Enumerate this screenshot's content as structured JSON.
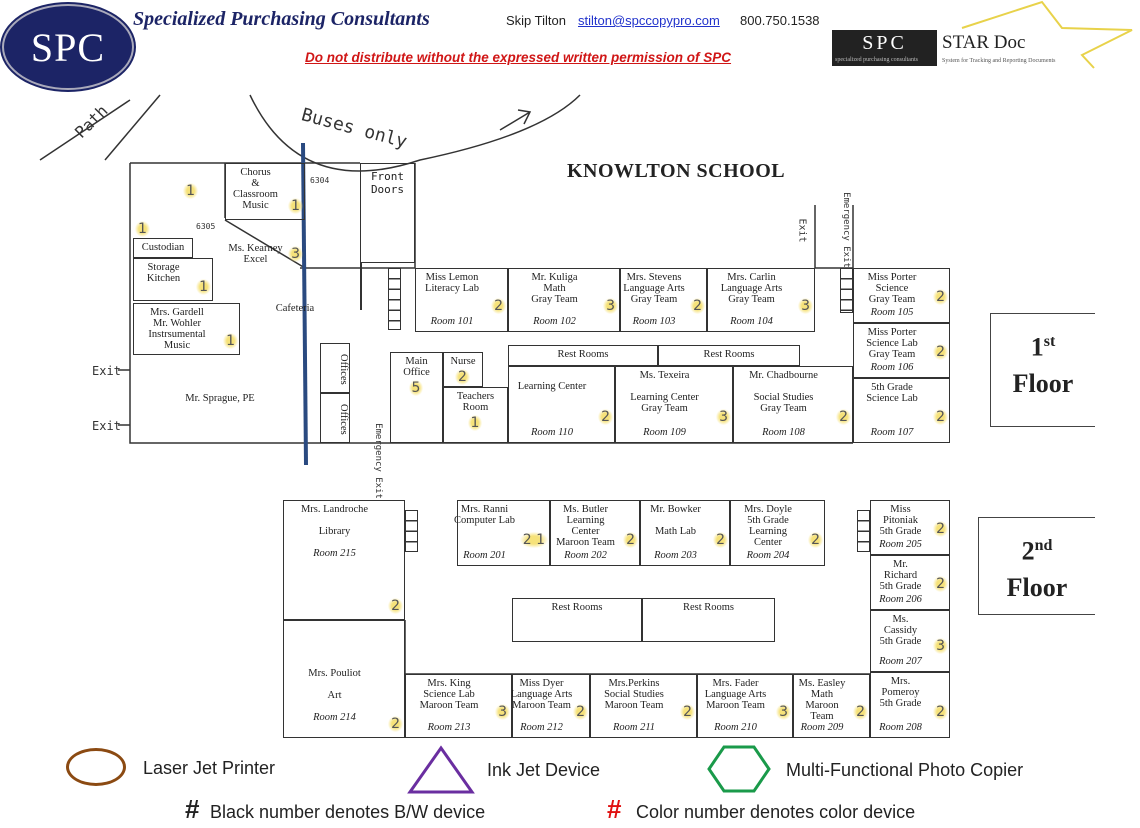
{
  "header": {
    "logo_text": "SPC",
    "company": "Specialized Purchasing Consultants",
    "contact_name": "Skip Tilton",
    "contact_email": "stilton@spccopypro.com",
    "contact_phone": "800.750.1538",
    "warning": "Do not distribute without the expressed written permission of SPC",
    "star_logo": {
      "left": "SPC",
      "right": "STAR Doc",
      "tagline": "System for Tracking and Reporting Documents",
      "sub": "specialized purchasing consultants"
    }
  },
  "map": {
    "title": "KNOWLTON SCHOOL",
    "floor1_label": {
      "num": "1",
      "sup": "st",
      "word": "Floor"
    },
    "floor2_label": {
      "num": "2",
      "sup": "nd",
      "word": "Floor"
    },
    "handwritten": {
      "path": "Path",
      "buses": "Buses only",
      "front_doors": "Front Doors",
      "exit": "Exit",
      "emergency_exit": "Emergency Exit",
      "note_6304": "6304",
      "note_6305": "6305"
    },
    "rooms": [
      {
        "id": "chorus",
        "lines": [
          "Chorus",
          "&",
          "Classroom",
          "Music"
        ],
        "room": "",
        "count": "1"
      },
      {
        "id": "kearney",
        "lines": [
          "Ms. Kearney",
          "Excel"
        ],
        "room": "",
        "count": "3"
      },
      {
        "id": "northwest",
        "lines": [],
        "room": "",
        "count": "1"
      },
      {
        "id": "custodian",
        "lines": [
          "Custodian"
        ],
        "room": "",
        "count": "1"
      },
      {
        "id": "storage",
        "lines": [
          "Storage",
          "Kitchen"
        ],
        "room": "",
        "count": "1"
      },
      {
        "id": "gardell",
        "lines": [
          "Mrs. Gardell",
          "Mr. Wohler",
          "Instrsumental",
          "Music"
        ],
        "room": "",
        "count": "1"
      },
      {
        "id": "cafeteria",
        "lines": [
          "Cafeteria"
        ],
        "room": "",
        "count": ""
      },
      {
        "id": "sprague",
        "lines": [
          "Mr. Sprague, PE"
        ],
        "room": "",
        "count": ""
      },
      {
        "id": "offices1",
        "lines": [
          "Offices"
        ],
        "room": "",
        "count": ""
      },
      {
        "id": "offices2",
        "lines": [
          "Offices"
        ],
        "room": "",
        "count": ""
      },
      {
        "id": "mainoffice",
        "lines": [
          "Main",
          "Office"
        ],
        "room": "",
        "count": "5"
      },
      {
        "id": "nurse",
        "lines": [
          "Nurse"
        ],
        "room": "",
        "count": "2"
      },
      {
        "id": "teachers",
        "lines": [
          "Teachers",
          "Room"
        ],
        "room": "",
        "count": "1"
      },
      {
        "id": "r101",
        "lines": [
          "Miss Lemon",
          "Literacy Lab"
        ],
        "room": "Room 101",
        "count": "2"
      },
      {
        "id": "r102",
        "lines": [
          "Mr. Kuliga",
          "Math",
          "Gray Team"
        ],
        "room": "Room 102",
        "count": "3"
      },
      {
        "id": "r103",
        "lines": [
          "Mrs. Stevens",
          "Language Arts",
          "Gray Team"
        ],
        "room": "Room 103",
        "count": "2"
      },
      {
        "id": "r104",
        "lines": [
          "Mrs. Carlin",
          "Language Arts",
          "Gray Team"
        ],
        "room": "Room 104",
        "count": "3"
      },
      {
        "id": "r105",
        "lines": [
          "Miss Porter",
          "Science",
          "Gray Team"
        ],
        "room": "Room 105",
        "count": "2"
      },
      {
        "id": "r106",
        "lines": [
          "Miss Porter",
          "Science Lab",
          "Gray Team"
        ],
        "room": "Room 106",
        "count": "2"
      },
      {
        "id": "r107",
        "lines": [
          "5th Grade",
          "Science Lab"
        ],
        "room": "Room 107",
        "count": "2"
      },
      {
        "id": "r108",
        "lines": [
          "Mr. Chadbourne",
          "",
          "Social Studies",
          "Gray Team"
        ],
        "room": "Room 108",
        "count": "2"
      },
      {
        "id": "r109",
        "lines": [
          "Ms. Texeira",
          "",
          "Learning Center",
          "Gray Team"
        ],
        "room": "Room 109",
        "count": "3"
      },
      {
        "id": "r110",
        "lines": [
          "",
          "Learning Center"
        ],
        "room": "Room 110",
        "count": "2"
      },
      {
        "id": "rest1a",
        "lines": [
          "Rest Rooms"
        ],
        "room": "",
        "count": ""
      },
      {
        "id": "rest1b",
        "lines": [
          "Rest Rooms"
        ],
        "room": "",
        "count": ""
      },
      {
        "id": "r215",
        "lines": [
          "Mrs. Landroche",
          "",
          "Library",
          "",
          "Room 215"
        ],
        "room": "",
        "count": "2"
      },
      {
        "id": "r214",
        "lines": [
          "",
          "",
          "",
          "",
          "Mrs. Pouliot",
          "",
          "Art",
          "",
          "Room 214"
        ],
        "room": "",
        "count": "2"
      },
      {
        "id": "r201",
        "lines": [
          "Mrs. Ranni",
          "Computer Lab"
        ],
        "room": "Room 201",
        "count": "2 1"
      },
      {
        "id": "r202",
        "lines": [
          "Ms. Butler",
          "Learning",
          "Center",
          "Maroon Team"
        ],
        "room": "Room 202",
        "count": "2"
      },
      {
        "id": "r203",
        "lines": [
          "Mr. Bowker",
          "",
          "Math Lab"
        ],
        "room": "Room 203",
        "count": "2"
      },
      {
        "id": "r204",
        "lines": [
          "Mrs. Doyle",
          "5th Grade",
          "Learning",
          "Center"
        ],
        "room": "Room 204",
        "count": "2"
      },
      {
        "id": "r205",
        "lines": [
          "Miss",
          "Pitoniak",
          "5th Grade"
        ],
        "room": "Room 205",
        "count": "2"
      },
      {
        "id": "r206",
        "lines": [
          "Mr.",
          "Richard",
          "5th Grade"
        ],
        "room": "Room 206",
        "count": "2"
      },
      {
        "id": "r207",
        "lines": [
          "Ms.",
          "Cassidy",
          "5th Grade"
        ],
        "room": "Room 207",
        "count": "3"
      },
      {
        "id": "r208",
        "lines": [
          "Mrs.",
          "Pomeroy",
          "5th Grade"
        ],
        "room": "Room 208",
        "count": "2"
      },
      {
        "id": "r209",
        "lines": [
          "Ms. Easley",
          "Math",
          "Maroon",
          "Team"
        ],
        "room": "Room 209",
        "count": "2"
      },
      {
        "id": "r210",
        "lines": [
          "Mrs. Fader",
          "Language Arts",
          "Maroon Team"
        ],
        "room": "Room 210",
        "count": "3"
      },
      {
        "id": "r211",
        "lines": [
          "Mrs.Perkins",
          "Social Studies",
          "Maroon Team"
        ],
        "room": "Room 211",
        "count": "2"
      },
      {
        "id": "r212",
        "lines": [
          "Miss Dyer",
          "Language Arts",
          "Maroon Team"
        ],
        "room": "Room 212",
        "count": "2"
      },
      {
        "id": "r213",
        "lines": [
          "Mrs. King",
          "Science Lab",
          "Maroon Team"
        ],
        "room": "Room 213",
        "count": "3"
      },
      {
        "id": "rest2a",
        "lines": [
          "Rest Rooms"
        ],
        "room": "",
        "count": ""
      },
      {
        "id": "rest2b",
        "lines": [
          "Rest Rooms"
        ],
        "room": "",
        "count": ""
      }
    ]
  },
  "legend": {
    "laser": "Laser Jet Printer",
    "inkjet": "Ink Jet Device",
    "mfp": "Multi-Functional Photo Copier",
    "hash": "#",
    "bw": "Black number denotes B/W device",
    "color": "Color number denotes color device",
    "colors": {
      "laser": "#8b4a12",
      "inkjet": "#6a2ea0",
      "mfp": "#1a9a4a",
      "color_hash": "#e01010"
    }
  }
}
